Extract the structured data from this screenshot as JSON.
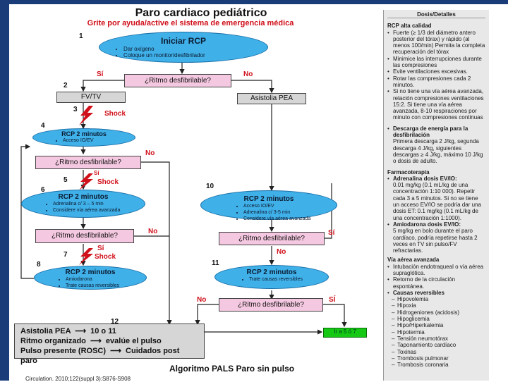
{
  "title": "Paro cardiaco pediátrico",
  "subtitle": "Grite por ayuda/active el sistema de emergencia médica",
  "steps": {
    "s1": {
      "num": "1",
      "head": "Iniciar RCP",
      "items": [
        "Dar oxígeno",
        "Coloque un monitor/desfibrilador"
      ]
    },
    "q1": {
      "text": "¿Ritmo desfibrilable?",
      "yes": "Sí",
      "no": "No"
    },
    "fv": "FV/TV",
    "asis": "Asistolia  PEA",
    "s2": "2",
    "s3": "3",
    "s4": {
      "num": "4",
      "head": "RCP 2 minutos",
      "items": [
        "Acceso IO/EV"
      ]
    },
    "q2": {
      "text": "¿Ritmo desfibrilable?",
      "no": "No",
      "yes": "Sí"
    },
    "s5": "5",
    "s6": {
      "num": "6",
      "head": "RCP 2 minutos",
      "items": [
        "Adrenalina c/ 3 – 5 min",
        "Considere vía aérea avanzada"
      ]
    },
    "q3": {
      "text": "¿Ritmo desfibrilable?",
      "no": "No",
      "yes": "Sí"
    },
    "s7": "7",
    "s8": {
      "num": "8",
      "head": "RCP 2 minutos",
      "items": [
        "Amiodarona",
        "Trate causas reversibles"
      ]
    },
    "s10": {
      "num": "10",
      "head": "RCP 2 minutos",
      "items": [
        "Acceso IO/EV",
        "Adrenalina c/ 3-5 min",
        "Considere vía aérea avanzada"
      ]
    },
    "q10": {
      "text": "¿Ritmo desfibrilable?",
      "yes": "Sí",
      "no": "No"
    },
    "s11": {
      "num": "11",
      "head": "RCP 2 minutos",
      "items": [
        "Trate causas reversibles"
      ]
    },
    "q11": {
      "text": "¿Ritmo desfibrilable?",
      "no": "No",
      "yes": "SÍ"
    },
    "s12": "12",
    "shock": "Shock"
  },
  "bottom_box": {
    "line1a": "Asistolia PEA",
    "line1b": "10  o  11",
    "line2a": "Ritmo organizado",
    "line2b": "evalúe el pulso",
    "line3a": "Pulso presente (ROSC)",
    "line3b": "Cuidados post paro"
  },
  "green_label": "Ir a 5 ó 7",
  "footer": "Algoritmo PALS Paro sin pulso",
  "citation": "Circulation. 2010;122(suppl 3):S876-S908",
  "sidebar": {
    "header": "Dosis/Detalles",
    "rcp_title": "RCP alta calidad",
    "rcp_items": [
      "Fuerte (≥ 1/3 del diámetro antero posterior del tórax) y rápido (al menos 100/min) Permita la completa recuperación del tórax",
      "Minimice las interrupciones durante las compresiones",
      "Evite ventilaciones excesivas.",
      "Rotar las compresiones cada 2 minutos.",
      "Si no tiene una vía aérea avanzada, relación compresiones ventilaciones 15:2. Si tiene una vía aérea avanzada, 8-10 respiraciones por minuto con compresiones continuas"
    ],
    "energy_title": "Descarga de energía para la desfibrilación",
    "energy_text": "Primera descarga 2 J/kg, segunda descarga 4 J/kg, siguientes descargas ≥ 4 J/kg, máximo 10 J/kg o dosis de adulto.",
    "pharm_title": "Farmacoterapia",
    "adre_title": "Adrenalina dosis EV/IO:",
    "adre_text": "0.01 mg/kg (0.1 mL/kg de una concentración 1:10 000). Repetir cada 3 a 5 minutos. Si no se tiene un acceso EV/IO se podría dar una dosis ET: 0.1 mg/kg (0.1 mL/kg de una concentración 1:1000).",
    "amio_title": "Amiodarona dosis EV/IO:",
    "amio_text": "5 mg/kg en bolo durante el paro cardíaco, podría repetirse hasta 2 veces en TV sin pulso/FV refractarias.",
    "airway_title": "Vía aérea avanzada",
    "airway_items": [
      "Intubación endotraqueal o vía aérea supraglótica.",
      "Retorno de la circulación espontánea."
    ],
    "causes_title": "Causas reversibles",
    "causes": [
      "Hipovolemia",
      "Hipoxia",
      "Hidrogeniones (acidosis)",
      "Hipoglicemia",
      "Hipo/Hiperkalemia",
      "Hipotermia",
      "Tensión neumotórax",
      "Taponamiento cardíaco",
      "Toxinas",
      "Trombosis pulmonar",
      "Trombosis coronaria"
    ]
  }
}
